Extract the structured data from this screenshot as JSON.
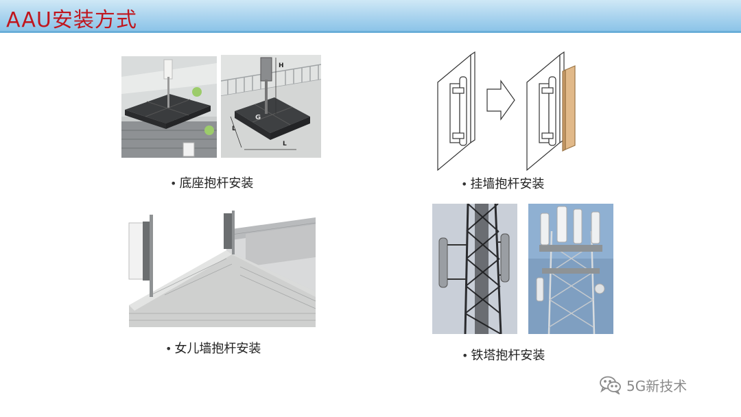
{
  "slide": {
    "title": "AAU安装方式"
  },
  "sections": [
    {
      "caption": "底座抱杆安装"
    },
    {
      "caption": "挂墙抱杆安装"
    },
    {
      "caption": "女儿墙抱杆安装"
    },
    {
      "caption": "铁塔抱杆安装"
    }
  ],
  "diagram_labels": {
    "height": "H",
    "weight": "G",
    "length_left": "L",
    "length_bottom": "L"
  },
  "watermark": {
    "icon": "wechat-icon",
    "text": "5G新技术"
  }
}
